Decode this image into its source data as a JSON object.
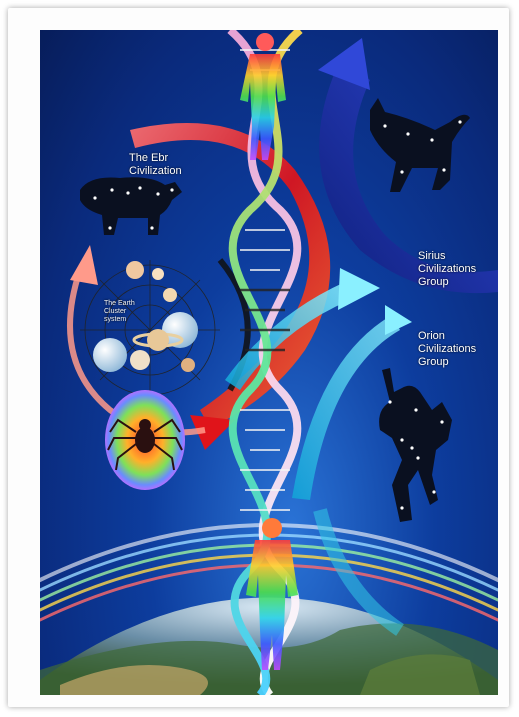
{
  "labels": {
    "ebr": [
      "The Ebr",
      "Civilization"
    ],
    "earth_cluster": [
      "The Earth",
      "Cluster",
      "system"
    ],
    "sirius": [
      "Sirius",
      "Civilizations",
      "Group"
    ],
    "orion": [
      "Orion",
      "Civilizations",
      "Group"
    ]
  },
  "colors": {
    "background_deep": "#071d5a",
    "background_glow": "#2a73d6",
    "red_arrow": "#e0141a",
    "blue_arrow": "#1f2fa8",
    "cyan_arrow": "#32c8e6"
  },
  "icons": [
    "bear-constellation-icon",
    "cat-constellation-icon",
    "hunter-constellation-icon",
    "spider-icon",
    "human-figure-icon",
    "planet-icon",
    "dna-helix-icon",
    "earth-globe-icon"
  ]
}
